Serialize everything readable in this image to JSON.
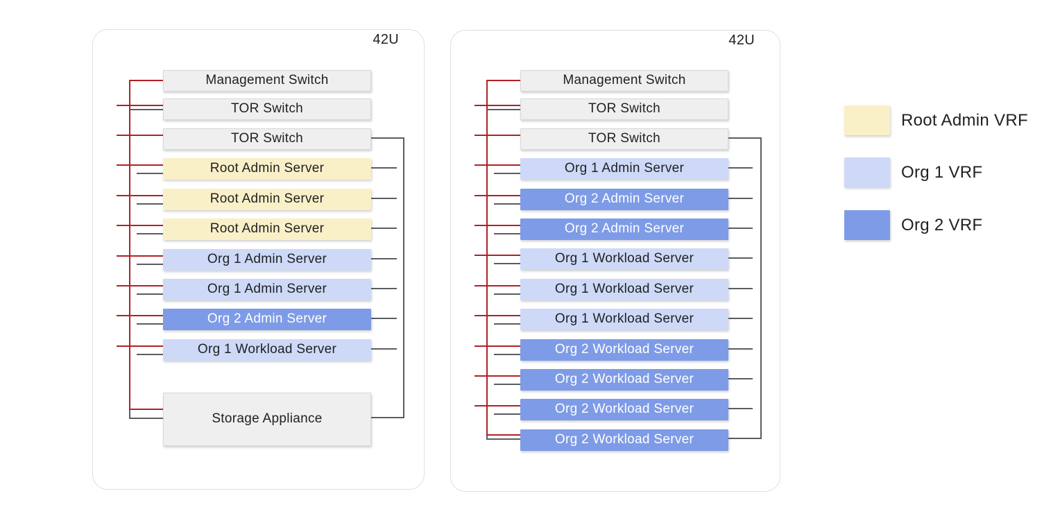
{
  "colors": {
    "mgmt_line": "#b02025",
    "data_line": "#5a5d61",
    "rack_border": "#dcdfe3",
    "unit_gray": "#efeff0",
    "unit_gray_border": "#d8d8d8",
    "root_admin": "#faf0c8",
    "org1": "#cdd9f7",
    "org2": "#7e9be7",
    "text_dark": "#202124",
    "text_light": "#ffffff"
  },
  "racks": [
    {
      "label": "42U",
      "units": [
        {
          "label": "Management Switch",
          "type": "gray"
        },
        {
          "label": "TOR Switch",
          "type": "gray"
        },
        {
          "label": "TOR Switch",
          "type": "gray"
        },
        {
          "label": "Root Admin Server",
          "type": "root"
        },
        {
          "label": "Root Admin Server",
          "type": "root"
        },
        {
          "label": "Root Admin Server",
          "type": "root"
        },
        {
          "label": "Org 1 Admin Server",
          "type": "org1"
        },
        {
          "label": "Org 1 Admin Server",
          "type": "org1"
        },
        {
          "label": "Org 2 Admin Server",
          "type": "org2"
        },
        {
          "label": "Org 1 Workload Server",
          "type": "org1"
        },
        {
          "label": "Storage Appliance",
          "type": "gray"
        }
      ]
    },
    {
      "label": "42U",
      "units": [
        {
          "label": "Management Switch",
          "type": "gray"
        },
        {
          "label": "TOR Switch",
          "type": "gray"
        },
        {
          "label": "TOR Switch",
          "type": "gray"
        },
        {
          "label": "Org 1 Admin Server",
          "type": "org1"
        },
        {
          "label": "Org 2 Admin Server",
          "type": "org2"
        },
        {
          "label": "Org 2 Admin Server",
          "type": "org2"
        },
        {
          "label": "Org 1 Workload Server",
          "type": "org1"
        },
        {
          "label": "Org 1 Workload Server",
          "type": "org1"
        },
        {
          "label": "Org 1 Workload Server",
          "type": "org1"
        },
        {
          "label": "Org 2 Workload Server",
          "type": "org2"
        },
        {
          "label": "Org 2 Workload Server",
          "type": "org2"
        },
        {
          "label": "Org 2 Workload Server",
          "type": "org2"
        },
        {
          "label": "Org 2 Workload Server",
          "type": "org2"
        }
      ]
    }
  ],
  "legend": [
    {
      "label": "Root Admin VRF",
      "type": "root"
    },
    {
      "label": "Org 1 VRF",
      "type": "org1"
    },
    {
      "label": "Org 2 VRF",
      "type": "org2"
    }
  ]
}
